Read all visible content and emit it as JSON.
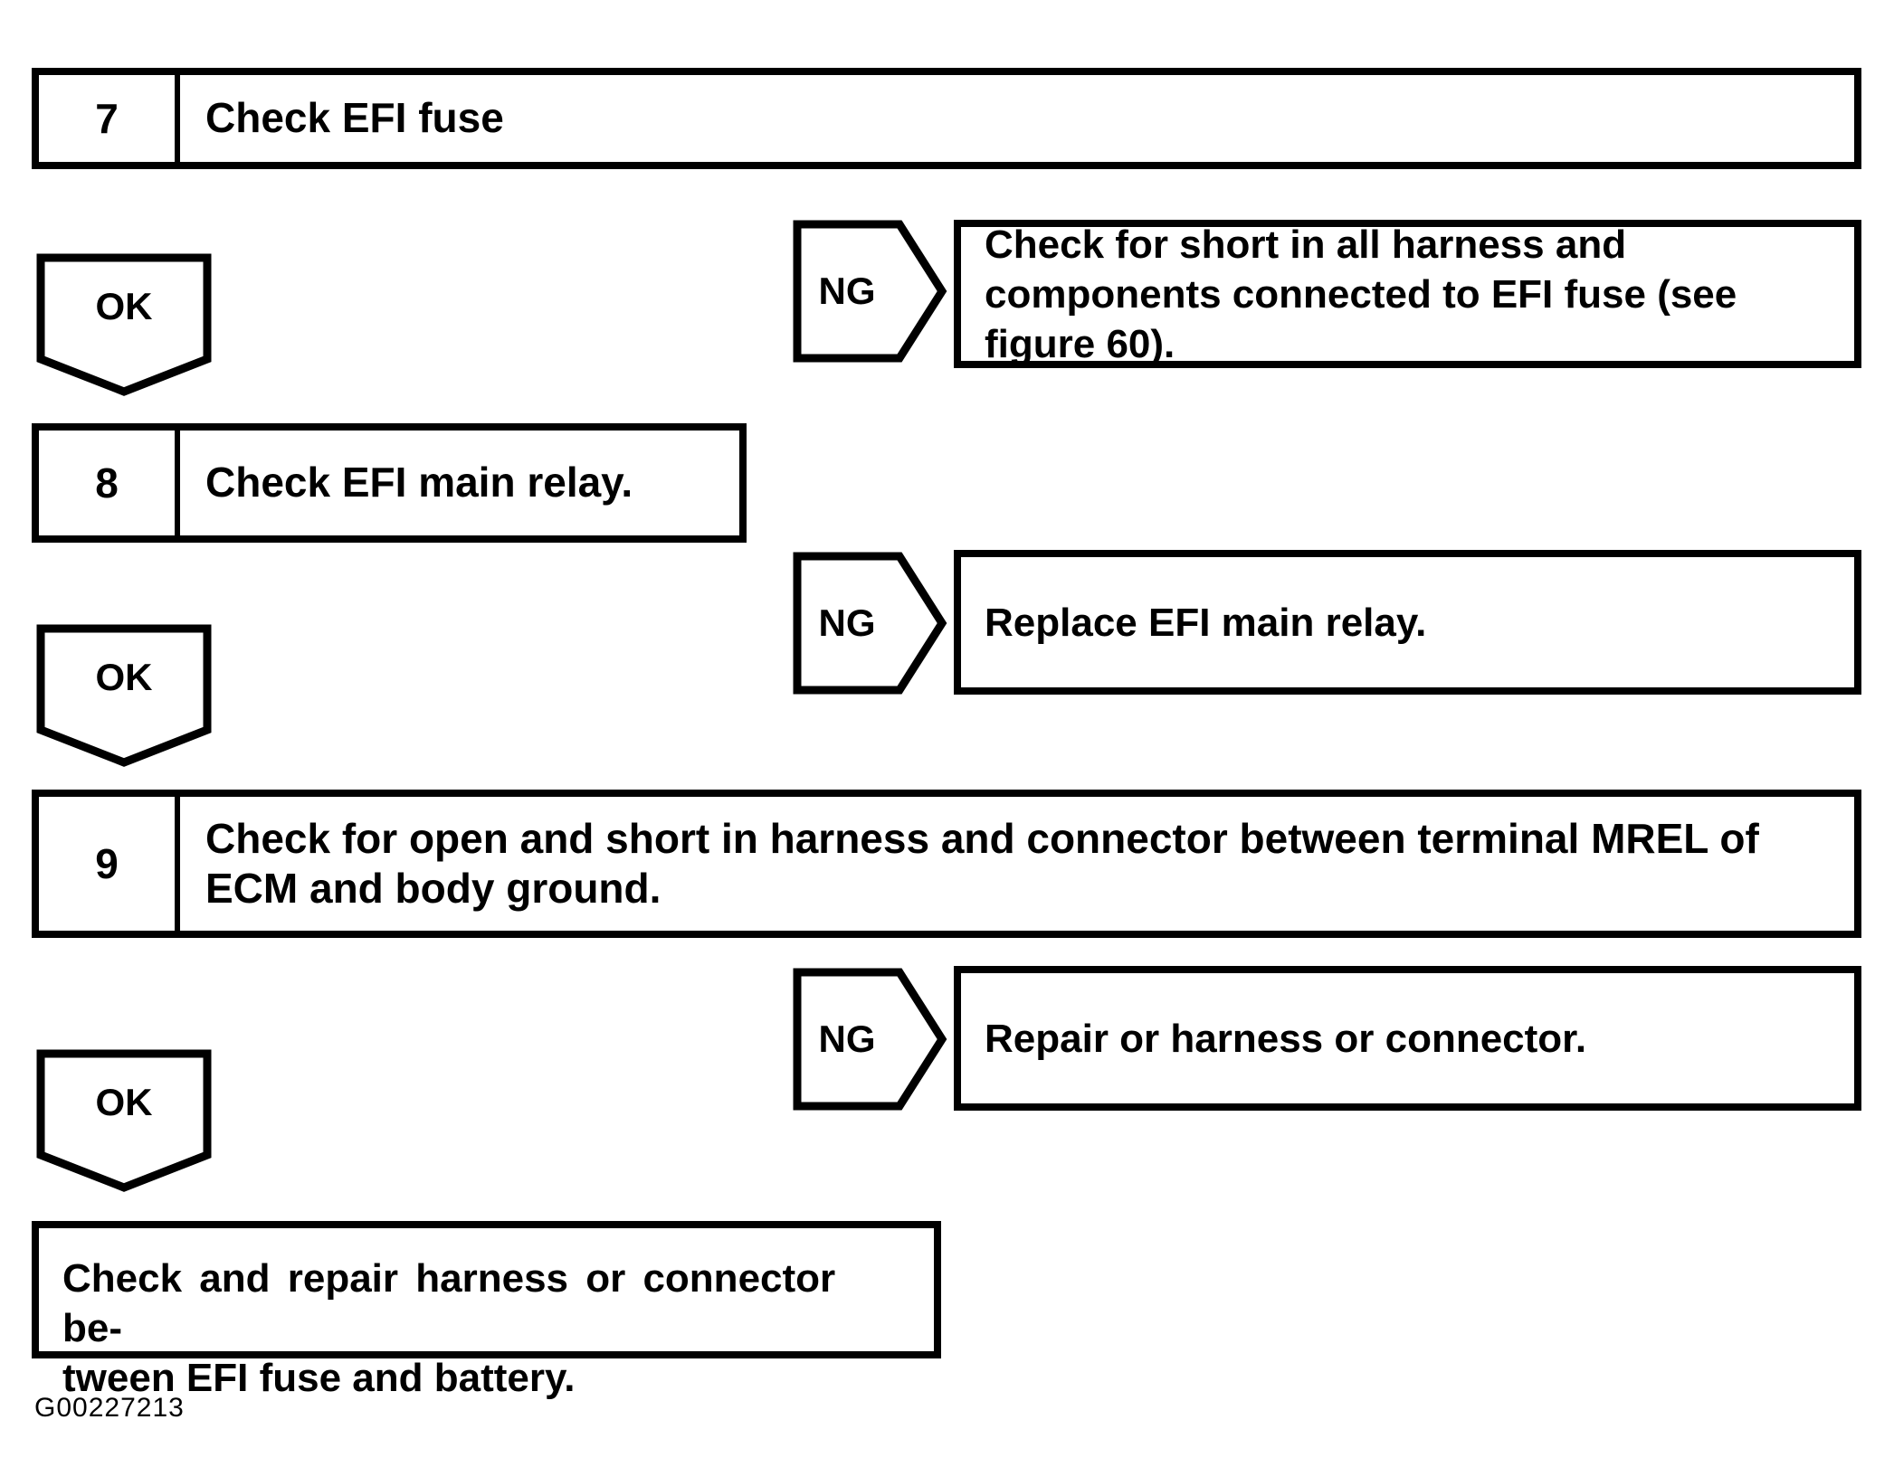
{
  "labels": {
    "ok": "OK",
    "ng": "NG"
  },
  "steps": [
    {
      "number": "7",
      "text": "Check EFI fuse"
    },
    {
      "number": "8",
      "text": "Check EFI main relay."
    },
    {
      "number": "9",
      "text": "Check for open and short in harness and connector between terminal MREL of ECM and body ground."
    }
  ],
  "ng_outcomes": [
    "Check for short in all harness and components connected to EFI fuse (see figure 60).",
    "Replace EFI main relay.",
    "Repair or harness or connector."
  ],
  "final_outcome": {
    "line1": "Check and repair harness or connector be-",
    "line2": "tween EFI fuse and battery."
  },
  "figure_id": "G00227213",
  "colors": {
    "ink": "#000000",
    "paper": "#ffffff"
  }
}
